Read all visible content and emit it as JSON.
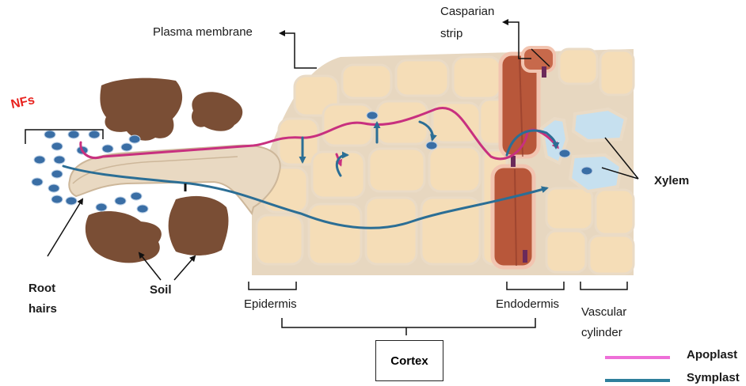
{
  "labels": {
    "nfs": "NFs",
    "plasma_membrane": "Plasma membrane",
    "casparian_line1": "Casparian",
    "casparian_line2": "strip",
    "xylem": "Xylem",
    "root_hairs_line1": "Root",
    "root_hairs_line2": "hairs",
    "soil": "Soil",
    "epidermis": "Epidermis",
    "endodermis": "Endodermis",
    "vascular_line1": "Vascular",
    "vascular_line2": "cylinder",
    "cortex": "Cortex"
  },
  "legend": [
    {
      "label": "Apoplast",
      "color": "#ee6fd8"
    },
    {
      "label": "Symplast",
      "color": "#2f7f9c"
    }
  ],
  "colors": {
    "apoplast_path": "#c8307f",
    "symplast_path": "#2b6e95",
    "soil": "#7a4e35",
    "nanoparticle": "#3a6ea5",
    "cell_fill": "#f4dcb6",
    "cell_wall": "#e6d6bf",
    "endodermis": "#b5563a",
    "xylem": "#bfdcef"
  }
}
